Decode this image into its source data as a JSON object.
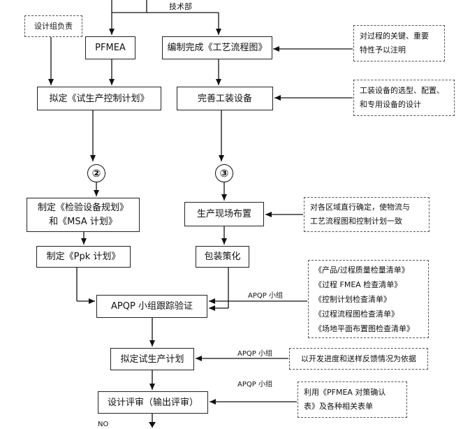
{
  "labels": {
    "tech_dept": "技术部",
    "apqp1": "APQP 小组",
    "apqp2": "APQP 小组",
    "apqp3": "APQP 小组",
    "no": "NO"
  },
  "boxes": {
    "design_group": "设计组负责",
    "pfmea": "PFMEA",
    "process_flow": "编制完成《工艺流程图》",
    "trial_control_plan": "拟定《试生产控制计划》",
    "tooling": "完善工装设备",
    "inspection_plan_l1": "制定《检验设备规划》",
    "inspection_plan_l2": "和《MSA 计划》",
    "site_layout": "生产现场布置",
    "ppk_plan": "制定《Ppk 计划》",
    "packaging": "包装策化",
    "apqp_track": "APQP 小组跟踪验证",
    "trial_production_plan": "拟定试生产计划",
    "design_review": "设计评审（输出评审）"
  },
  "circles": {
    "c2": "②",
    "c3": "③"
  },
  "notes": {
    "key_characteristics": [
      "对过程的关键、重要",
      "特性予以注明"
    ],
    "tooling_selection": [
      "工装设备的选型、配置、",
      "和专用设备的设计"
    ],
    "area_confirm": [
      "对各区域直行确定，使物流与",
      "工艺流程图和控制计划一致"
    ],
    "checklists": [
      "《产品/过程质量检量清单》",
      "《过程 FMEA 检查清单》",
      "《控制计划检查清单》",
      "《过程流程图检查清单》",
      "《场地平面布置图检查清单》"
    ],
    "progress_basis": [
      "以开发进度和送样反馈情况为依据"
    ],
    "pfmea_use": [
      "利用《PFMEA 对策确认",
      "表》及各种相关表单"
    ]
  }
}
